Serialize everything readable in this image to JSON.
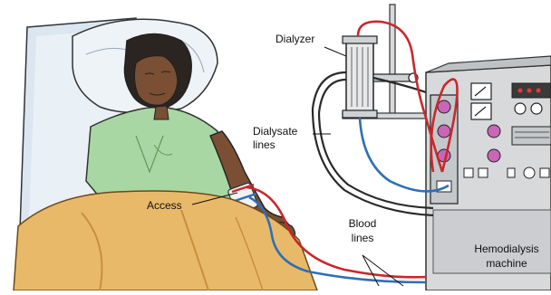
{
  "labels": {
    "dialyzer": "Dialyzer",
    "dialysate_lines_1": "Dialysate",
    "dialysate_lines_2": "lines",
    "access": "Access",
    "blood_lines_1": "Blood",
    "blood_lines_2": "lines",
    "machine_1": "Hemodialysis",
    "machine_2": "machine"
  },
  "colors": {
    "blanket": "#e9b96a",
    "blanket_shadow": "#c98f3a",
    "gown": "#a9d7a4",
    "skin": "#7a4f33",
    "hair": "#2b2420",
    "pillow": "#eef3f8",
    "bed": "#dbe6f0",
    "machine": "#d7d9db",
    "machine_dark": "#9a9c9e",
    "arterial_line": "#c8282d",
    "venous_line": "#2f6fb5",
    "dialysate_line": "#2a2a2a",
    "pump_knob": "#c966b8"
  },
  "icons": [
    "dialyzer-icon",
    "gauge-icon",
    "pump-icon"
  ]
}
